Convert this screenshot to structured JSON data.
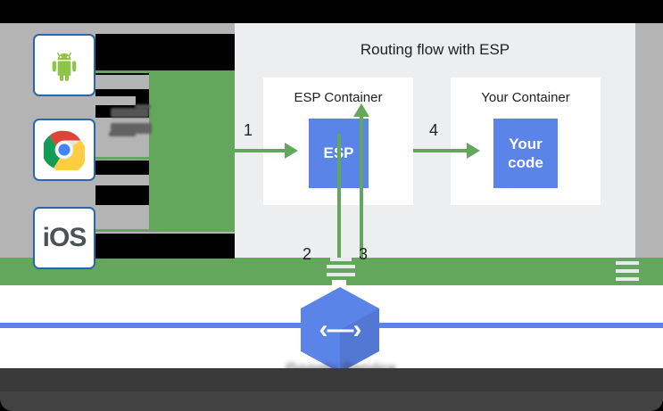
{
  "diagram": {
    "title": "Routing flow with ESP",
    "containers": [
      {
        "name": "esp_container",
        "title": "ESP Container",
        "box_label": "ESP"
      },
      {
        "name": "your_container",
        "title": "Your Container",
        "box_label": "Your code"
      }
    ],
    "steps": [
      {
        "id": "1",
        "label": "1"
      },
      {
        "id": "2",
        "label": "2"
      },
      {
        "id": "3",
        "label": "3"
      },
      {
        "id": "4",
        "label": "4"
      }
    ],
    "colors": {
      "panel_bg": "#eceef0",
      "box_blue": "#5b84e8",
      "arrow_green": "#63a75c",
      "page_gray": "#b4b4b4",
      "text": "#202124"
    }
  },
  "clients": {
    "items": [
      {
        "name": "android",
        "icon": "android-icon",
        "label": ""
      },
      {
        "name": "chrome",
        "icon": "chrome-icon",
        "label": ""
      },
      {
        "name": "ios",
        "icon": "ios-icon",
        "label": "iOS"
      }
    ]
  },
  "service": {
    "icon": "endpoints-hexagon-icon",
    "glyph": "‹—›",
    "caption_line1": "Google Service",
    "caption_line2": "Control API"
  }
}
